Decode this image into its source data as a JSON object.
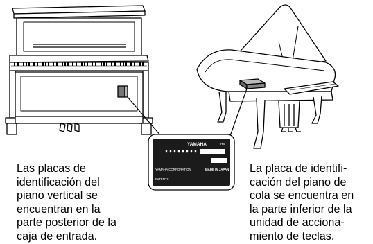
{
  "plate": {
    "brand": "YAMAHA",
    "model_tag": "HS",
    "corporation": "YAMAHA CORPORATION",
    "origin": "MADE IN JAPAN",
    "patents": "PATENTS"
  },
  "captions": {
    "upright": [
      "Las placas de",
      "identificación del",
      "piano vertical se",
      "encuentran en la",
      "parte posterior de la",
      "caja de entrada."
    ],
    "grand": [
      "La placa de identifi-",
      "cación del piano de",
      "cola se encuentra en",
      "la parte inferior de la",
      "unidad de acciona-",
      "miento de teclas."
    ]
  }
}
